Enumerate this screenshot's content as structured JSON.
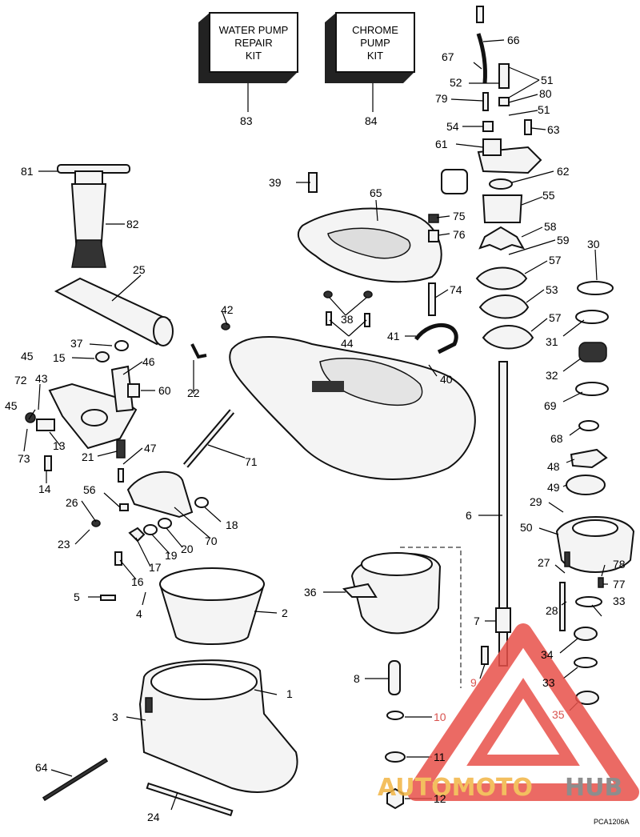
{
  "kits": [
    {
      "lines": [
        "WATER PUMP",
        "REPAIR",
        "KIT"
      ],
      "number": "83"
    },
    {
      "lines": [
        "CHROME",
        "PUMP",
        "KIT"
      ],
      "number": "84"
    }
  ],
  "diagram_code": "PCA1206A",
  "watermark": {
    "part1": "AUTOMOTO",
    "part2": "HUB",
    "color_primary": "#e8514a",
    "color_accent": "#f2b544",
    "color_text": "#7a7a7a"
  },
  "callouts": {
    "1": "1",
    "2": "2",
    "3": "3",
    "4": "4",
    "5": "5",
    "6": "6",
    "7": "7",
    "8": "8",
    "9": "9",
    "10": "10",
    "11": "11",
    "12": "12",
    "13": "13",
    "14": "14",
    "15": "15",
    "16": "16",
    "17": "17",
    "18": "18",
    "19": "19",
    "20": "20",
    "21": "21",
    "22": "22",
    "23": "23",
    "24": "24",
    "25": "25",
    "26": "26",
    "27": "27",
    "28": "28",
    "29": "29",
    "30": "30",
    "31": "31",
    "32": "32",
    "33a": "33",
    "33b": "33",
    "34": "34",
    "35": "35",
    "36": "36",
    "37": "37",
    "38": "38",
    "39": "39",
    "40": "40",
    "41": "41",
    "42": "42",
    "43": "43",
    "44": "44",
    "45a": "45",
    "45b": "45",
    "46": "46",
    "47": "47",
    "48": "48",
    "49": "49",
    "50": "50",
    "51a": "51",
    "51b": "51",
    "52": "52",
    "53": "53",
    "54": "54",
    "55": "55",
    "56": "56",
    "57a": "57",
    "57b": "57",
    "58": "58",
    "59": "59",
    "60": "60",
    "61": "61",
    "62": "62",
    "63": "63",
    "64": "64",
    "65": "65",
    "66": "66",
    "67": "67",
    "68": "68",
    "69": "69",
    "70": "70",
    "71": "71",
    "72": "72",
    "73": "73",
    "74": "74",
    "75": "75",
    "76": "76",
    "77": "77",
    "78": "78",
    "79": "79",
    "80": "80",
    "81": "81",
    "82": "82"
  }
}
